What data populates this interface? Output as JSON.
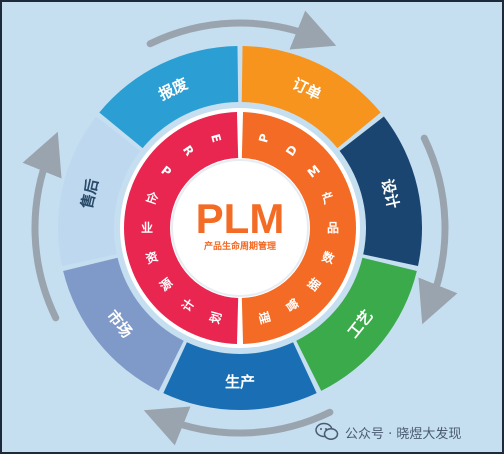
{
  "center": {
    "title": "PLM",
    "subtitle": "产品生命周期管理"
  },
  "inner_arcs": [
    {
      "label": "ERP企业资源计划",
      "color": "#e8264f"
    },
    {
      "label": "PDM产品数据管理",
      "color": "#f36b24"
    }
  ],
  "segments": [
    {
      "label": "订单",
      "color": "#f7941d"
    },
    {
      "label": "设计",
      "color": "#1a4570"
    },
    {
      "label": "工艺",
      "color": "#3aaa4a"
    },
    {
      "label": "生产",
      "color": "#1a6fb4"
    },
    {
      "label": "市场",
      "color": "#7f9ac9"
    },
    {
      "label": "售后",
      "color": "#bed9ef"
    },
    {
      "label": "报废",
      "color": "#2b9fd4"
    }
  ],
  "colors": {
    "background": "#c5dff0",
    "frame": "#1e2a3a",
    "arrow": "#9aa4ae",
    "title": "#f36b24"
  },
  "watermark": {
    "icon": "wechat-icon",
    "text": "公众号 · 晓煜大发现"
  }
}
